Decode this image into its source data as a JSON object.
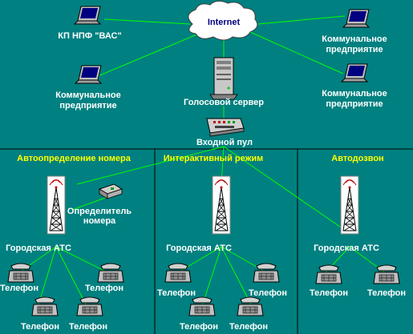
{
  "internet": "Internet",
  "nodes": {
    "kp_npf": "КП НПФ \"ВАС\"",
    "communal_a_line1": "Коммунальное",
    "communal_a_line2": "предприятие",
    "communal_b_line1": "Коммунальное",
    "communal_b_line2": "предприятие",
    "communal_c_line1": "Коммунальное",
    "communal_c_line2": "предприятие",
    "voice_server": "Голосовой сервер",
    "input_console": "Входной пул"
  },
  "sections": {
    "auto_detect": "Автоопределение номера",
    "interactive": "Интерактивный режим",
    "autodial": "Автодозвон"
  },
  "devices": {
    "number_detector_line1": "Определитель",
    "number_detector_line2": "номера",
    "city_ats": "Городская АТС",
    "phone": "Телефон"
  },
  "colors": {
    "background": "#008080",
    "wire": "#00ff00",
    "section_title": "#ffff00",
    "label": "#ffffff"
  },
  "icons": [
    "laptop-icon",
    "cloud-icon",
    "server-tower-icon",
    "modem-icon",
    "radio-tower-icon",
    "telephone-icon",
    "number-detector-icon"
  ]
}
